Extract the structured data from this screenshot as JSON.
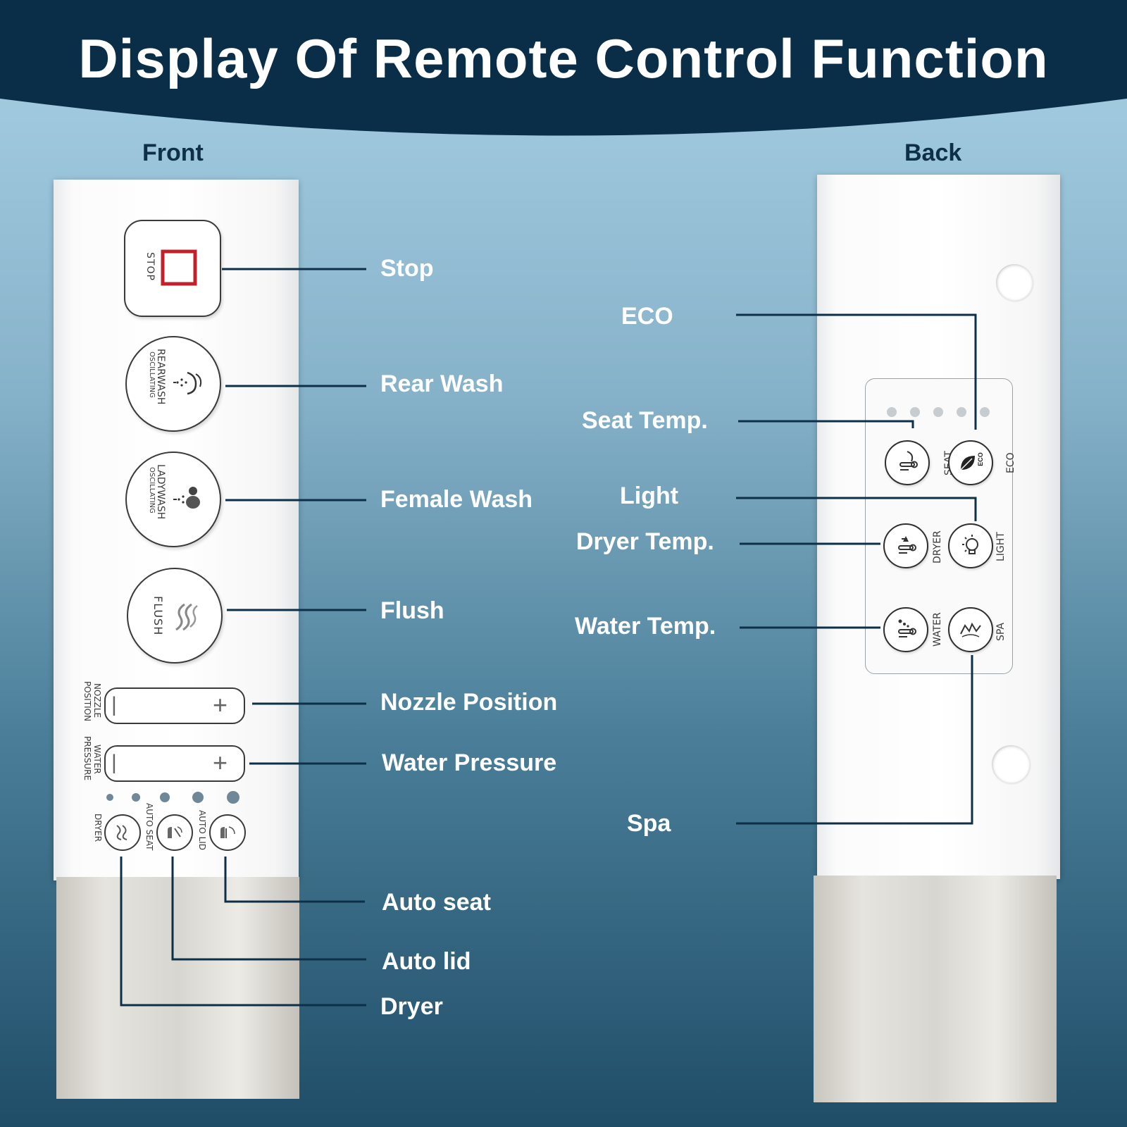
{
  "title": "Display Of Remote Control Function",
  "colors": {
    "header_navy": "#0b2e48",
    "callout_line": "#0d2f48",
    "stop_red": "#c3202e"
  },
  "sides": {
    "front": "Front",
    "back": "Back"
  },
  "front_callouts": {
    "stop": "Stop",
    "rear_wash": "Rear Wash",
    "female_wash": "Female Wash",
    "flush": "Flush",
    "nozzle_position": "Nozzle Position",
    "water_pressure": "Water Pressure",
    "auto_seat": "Auto seat",
    "auto_lid": "Auto lid",
    "dryer": "Dryer"
  },
  "back_callouts": {
    "eco": "ECO",
    "seat_temp": "Seat Temp.",
    "light": "Light",
    "dryer_temp": "Dryer Temp.",
    "water_temp": "Water Temp.",
    "spa": "Spa"
  },
  "front_printed": {
    "stop": "STOP",
    "rearwash": "REARWASH",
    "rearwash_sub": "OSCILLATING",
    "ladywash": "LADYWASH",
    "ladywash_sub": "OSCILLATING",
    "flush": "FLUSH",
    "nozzle_1": "NOZZLE",
    "nozzle_2": "POSITION",
    "water_1": "WATER",
    "water_2": "PRESSURE",
    "minus": "|",
    "plus": "+",
    "dryer": "DRYER",
    "auto_seat": "AUTO SEAT",
    "auto_lid": "AUTO LID"
  },
  "back_printed": {
    "seat": "SEAT",
    "eco": "ECO",
    "eco_icon_text": "ECO",
    "dryer": "DRYER",
    "light": "LIGHT",
    "water": "WATER",
    "spa": "SPA"
  },
  "icons": {
    "stop": "stop-square-icon",
    "rear_wash": "rear-wash-icon",
    "lady_wash": "lady-wash-icon",
    "flush": "flush-wave-icon",
    "seat_temp": "seat-thermometer-icon",
    "eco": "leaf-icon",
    "dryer_temp": "fan-thermometer-icon",
    "light": "bulb-icon",
    "water_temp": "water-thermometer-icon",
    "spa": "spa-wave-icon"
  }
}
